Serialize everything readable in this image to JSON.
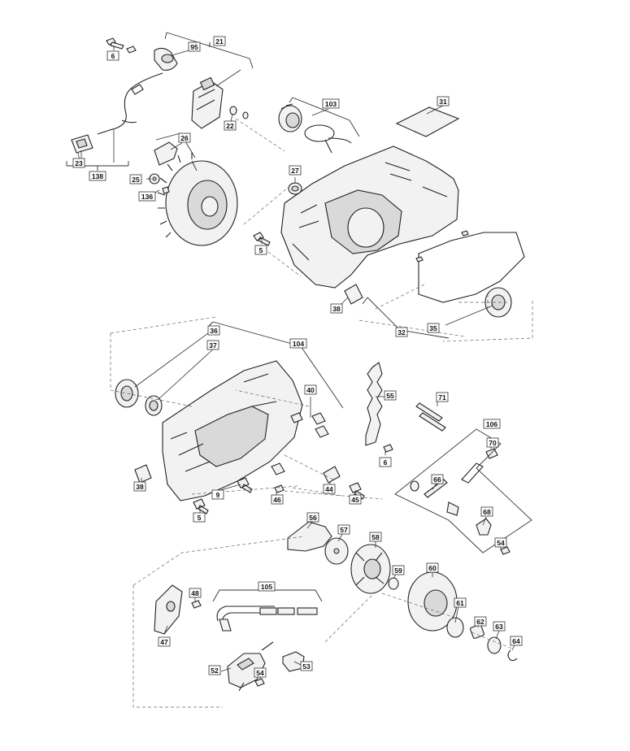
{
  "callouts": [
    {
      "id": "c6a",
      "text": "6"
    },
    {
      "id": "c95",
      "text": "95"
    },
    {
      "id": "c21",
      "text": "21"
    },
    {
      "id": "c22",
      "text": "22"
    },
    {
      "id": "c23",
      "text": "23"
    },
    {
      "id": "c138",
      "text": "138"
    },
    {
      "id": "c26",
      "text": "26"
    },
    {
      "id": "c25",
      "text": "25"
    },
    {
      "id": "c136",
      "text": "136"
    },
    {
      "id": "c103",
      "text": "103"
    },
    {
      "id": "c31",
      "text": "31"
    },
    {
      "id": "c27",
      "text": "27"
    },
    {
      "id": "c5a",
      "text": "5"
    },
    {
      "id": "c38a",
      "text": "38"
    },
    {
      "id": "c32",
      "text": "32"
    },
    {
      "id": "c35",
      "text": "35"
    },
    {
      "id": "c36",
      "text": "36"
    },
    {
      "id": "c37",
      "text": "37"
    },
    {
      "id": "c104",
      "text": "104"
    },
    {
      "id": "c40",
      "text": "40"
    },
    {
      "id": "c55",
      "text": "55"
    },
    {
      "id": "c71",
      "text": "71"
    },
    {
      "id": "c106",
      "text": "106"
    },
    {
      "id": "c70",
      "text": "70"
    },
    {
      "id": "c6b",
      "text": "6"
    },
    {
      "id": "c66",
      "text": "66"
    },
    {
      "id": "c38b",
      "text": "38"
    },
    {
      "id": "c9",
      "text": "9"
    },
    {
      "id": "c46",
      "text": "46"
    },
    {
      "id": "c44",
      "text": "44"
    },
    {
      "id": "c45",
      "text": "45"
    },
    {
      "id": "c5b",
      "text": "5"
    },
    {
      "id": "c68",
      "text": "68"
    },
    {
      "id": "c54a",
      "text": "54"
    },
    {
      "id": "c56",
      "text": "56"
    },
    {
      "id": "c57",
      "text": "57"
    },
    {
      "id": "c58",
      "text": "58"
    },
    {
      "id": "c59",
      "text": "59"
    },
    {
      "id": "c60",
      "text": "60"
    },
    {
      "id": "c48",
      "text": "48"
    },
    {
      "id": "c105",
      "text": "105"
    },
    {
      "id": "c61",
      "text": "61"
    },
    {
      "id": "c62",
      "text": "62"
    },
    {
      "id": "c63",
      "text": "63"
    },
    {
      "id": "c64",
      "text": "64"
    },
    {
      "id": "c47",
      "text": "47"
    },
    {
      "id": "c52",
      "text": "52"
    },
    {
      "id": "c54b",
      "text": "54"
    },
    {
      "id": "c53",
      "text": "53"
    }
  ]
}
